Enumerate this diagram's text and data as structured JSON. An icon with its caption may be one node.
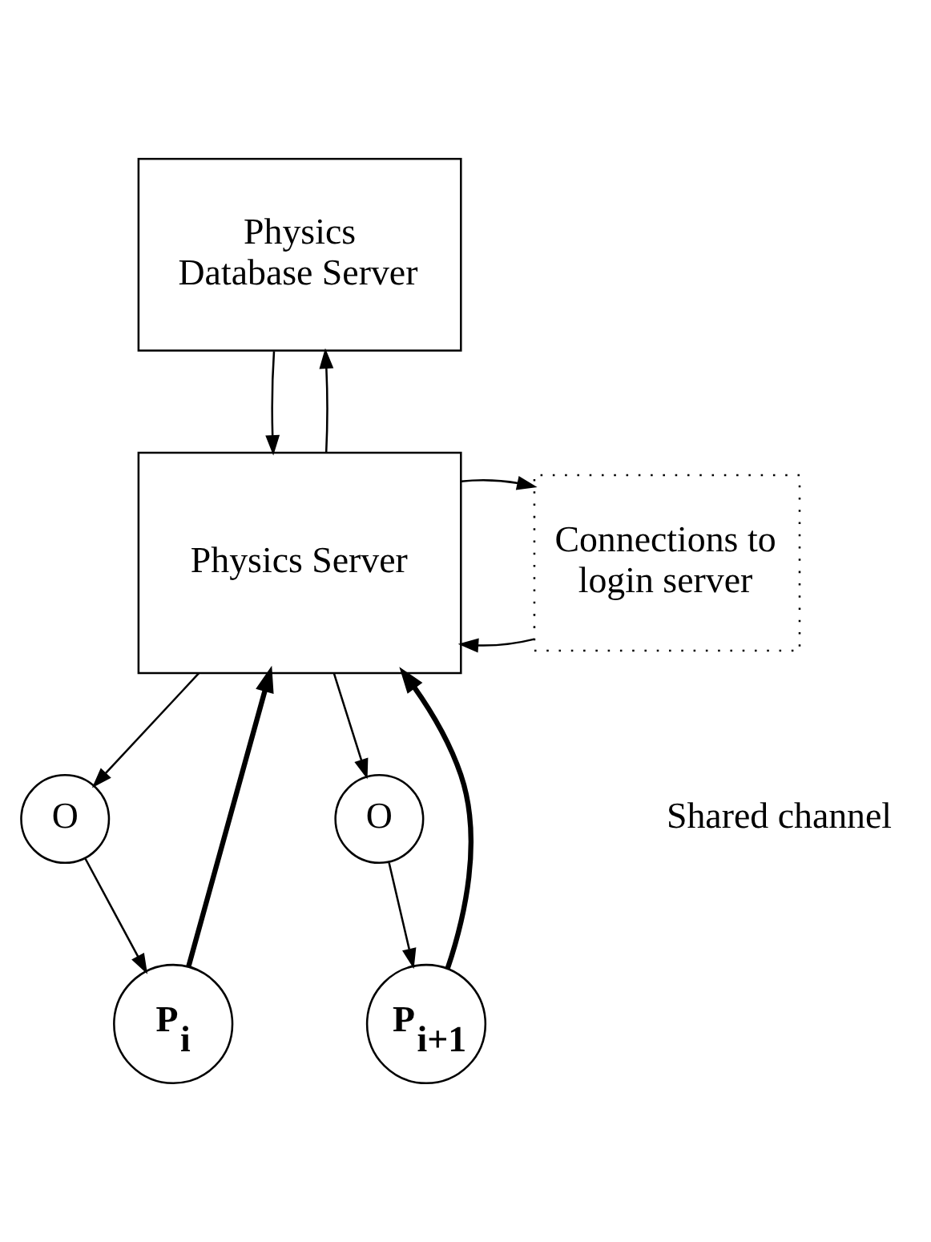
{
  "diagram": {
    "nodes": [
      {
        "text": [
          "Physics Database Server"
        ]
      },
      {
        "text": [
          "Physics Server"
        ]
      },
      {
        "text": [
          "Connections to login server"
        ]
      },
      {
        "text": [
          "O"
        ]
      },
      {
        "text": [
          "O"
        ]
      },
      {
        "text": [
          "P$_{i}$"
        ]
      },
      {
        "text": [
          "P$_{i+1}$"
        ]
      }
    ],
    "edges": [
      {
        "from": 1,
        "to": 0,
        "arrow": "to"
      },
      {
        "from": 0,
        "to": 1,
        "arrow": "to"
      },
      {
        "from": 2,
        "to": 1,
        "arrow": "to"
      },
      {
        "from": 1,
        "to": 2,
        "arrow": "to"
      },
      {
        "from": 1,
        "to": 3,
        "arrow": "to"
      },
      {
        "from": 1,
        "to": 4,
        "arrow": "to"
      },
      {
        "from": 3,
        "to": 5,
        "arrow": "to"
      },
      {
        "from": 4,
        "to": 6,
        "arrow": "to"
      },
      {
        "from": 5,
        "to": 1,
        "arrow": "to",
        "style": "thick"
      },
      {
        "from": 6,
        "to": 1,
        "arrow": "to",
        "style": "thick"
      }
    ],
    "labels": [
      "Shared channel"
    ]
  }
}
